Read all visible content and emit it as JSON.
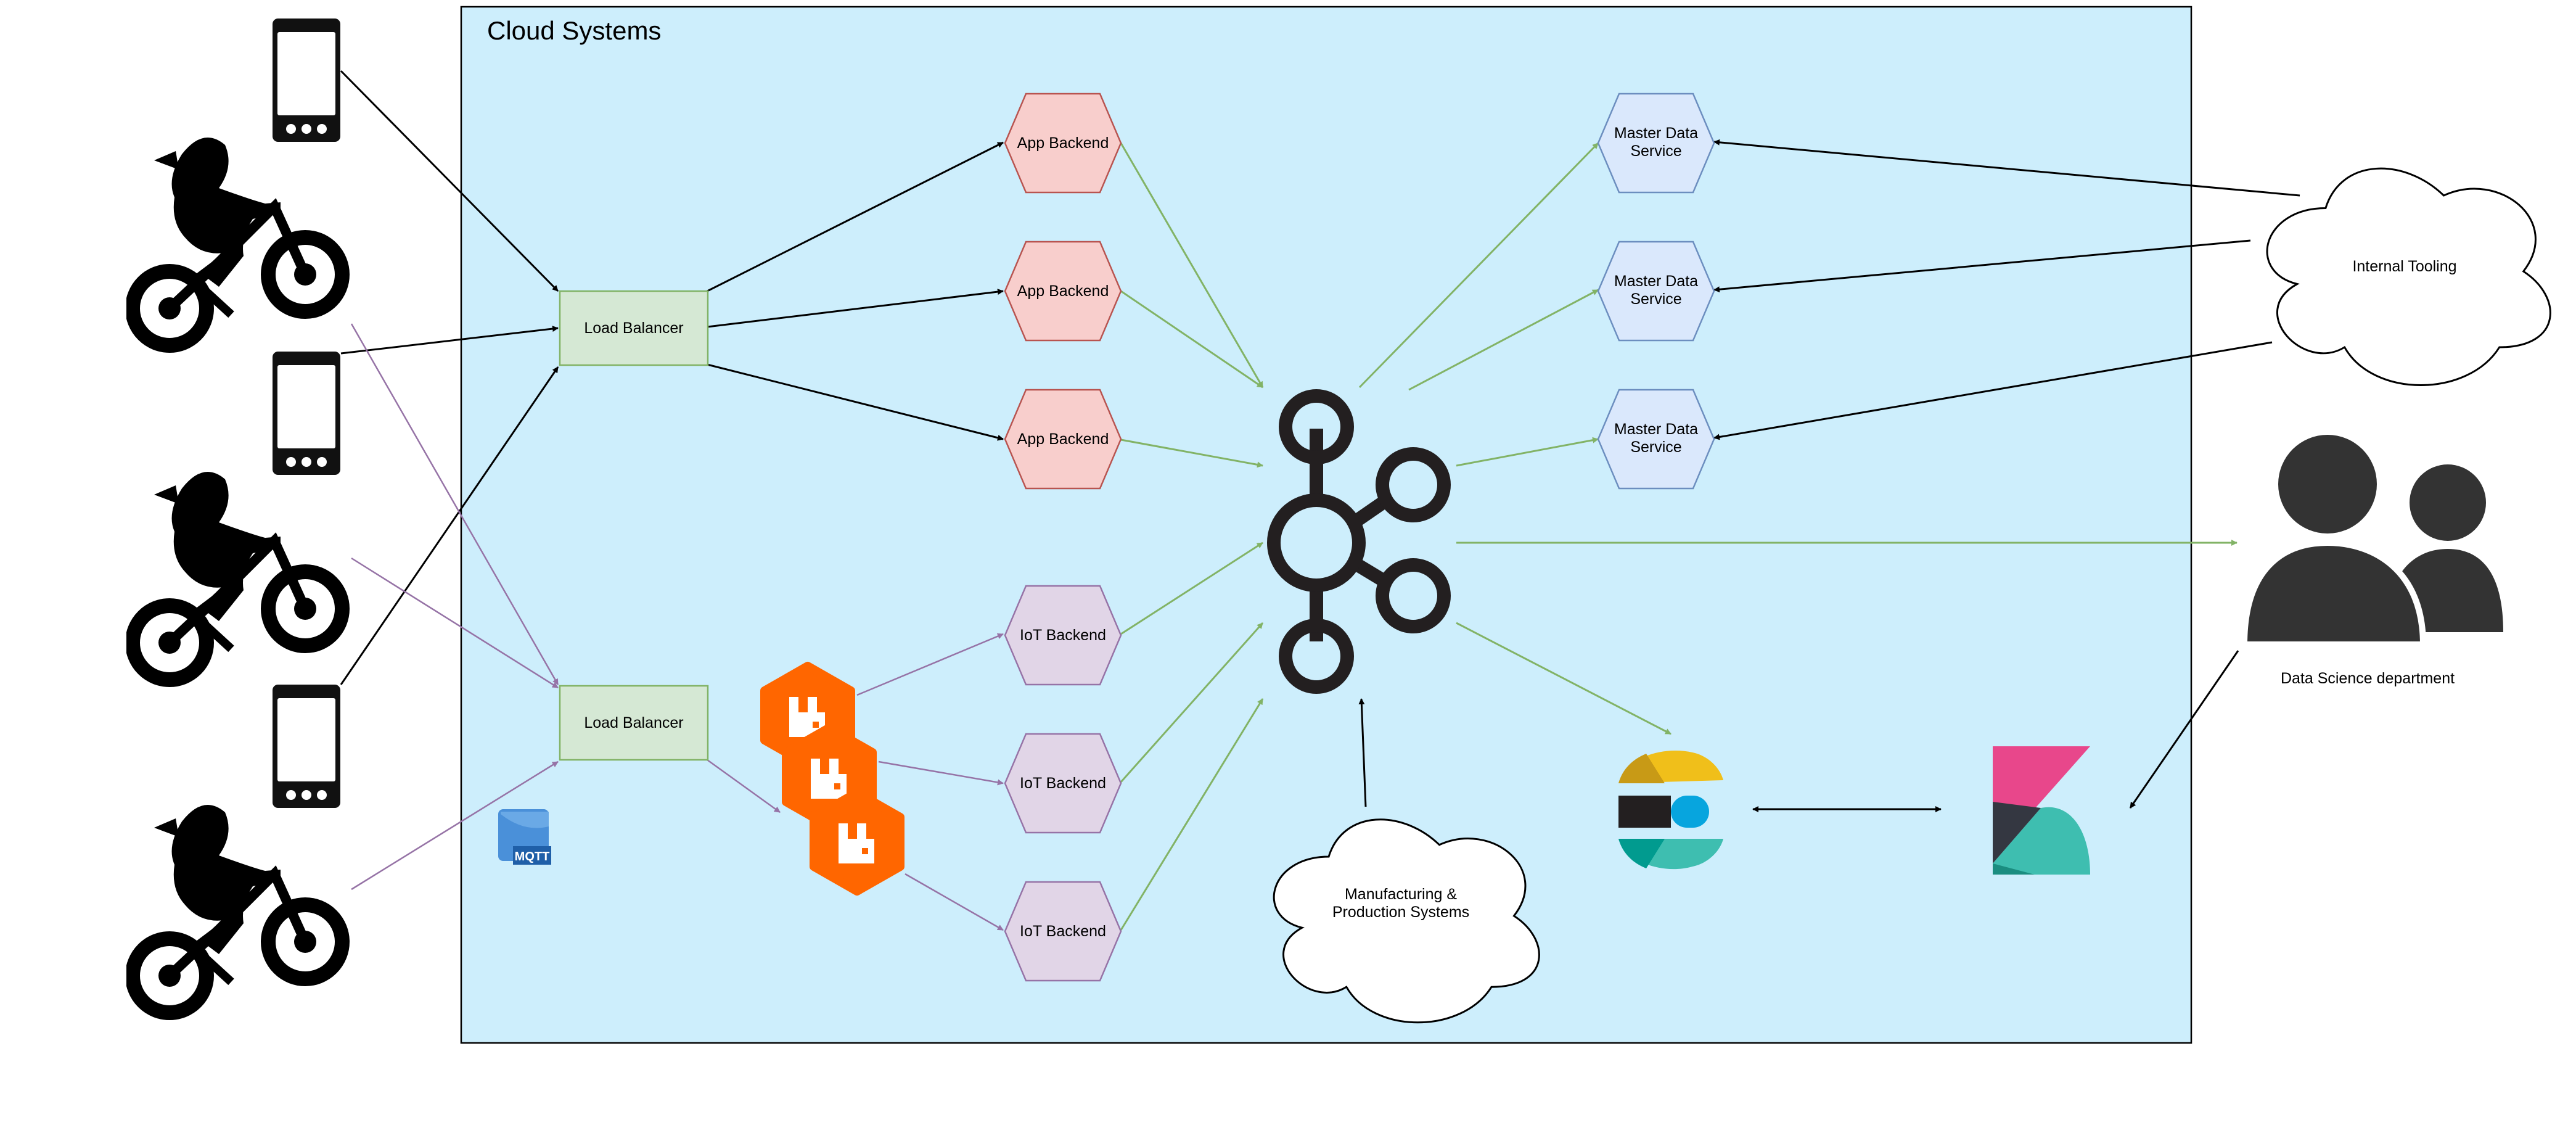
{
  "container": {
    "title": "Cloud Systems",
    "fill": "#cdeefc"
  },
  "load_balancers": [
    {
      "label": "Load Balancer"
    },
    {
      "label": "Load Balancer"
    }
  ],
  "app_backends": [
    {
      "label": "App Backend"
    },
    {
      "label": "App Backend"
    },
    {
      "label": "App Backend"
    }
  ],
  "iot_backends": [
    {
      "label": "IoT Backend"
    },
    {
      "label": "IoT Backend"
    },
    {
      "label": "IoT Backend"
    }
  ],
  "master_data": [
    {
      "line1": "Master Data",
      "line2": "Service"
    },
    {
      "line1": "Master Data",
      "line2": "Service"
    },
    {
      "line1": "Master Data",
      "line2": "Service"
    }
  ],
  "clouds": {
    "internal": "Internal Tooling",
    "manufacturing_line1": "Manufacturing &",
    "manufacturing_line2": "Production Systems"
  },
  "people": {
    "label": "Data Science department"
  },
  "mqtt": {
    "label": "MQTT"
  },
  "icons": {
    "phone": "smartphone-icon",
    "rider": "mountain-bike-rider-icon",
    "kafka": "kafka-logo",
    "rabbitmq": "rabbitmq-logo",
    "elastic": "elasticsearch-logo",
    "kibana": "kibana-logo",
    "people": "people-icon"
  },
  "colors": {
    "app_fill": "#f8cecc",
    "app_stroke": "#b85450",
    "iot_fill": "#e1d5e7",
    "iot_stroke": "#9673a6",
    "master_fill": "#dae8fc",
    "master_stroke": "#6c8ebf",
    "lb_fill": "#d5e8d4",
    "lb_stroke": "#82b366",
    "edge_black": "#000000",
    "edge_green": "#82b366",
    "edge_purple": "#9673a6",
    "rabbit": "#ff6600",
    "kibana_pink": "#e8478b",
    "kibana_teal": "#3ebeb0"
  }
}
